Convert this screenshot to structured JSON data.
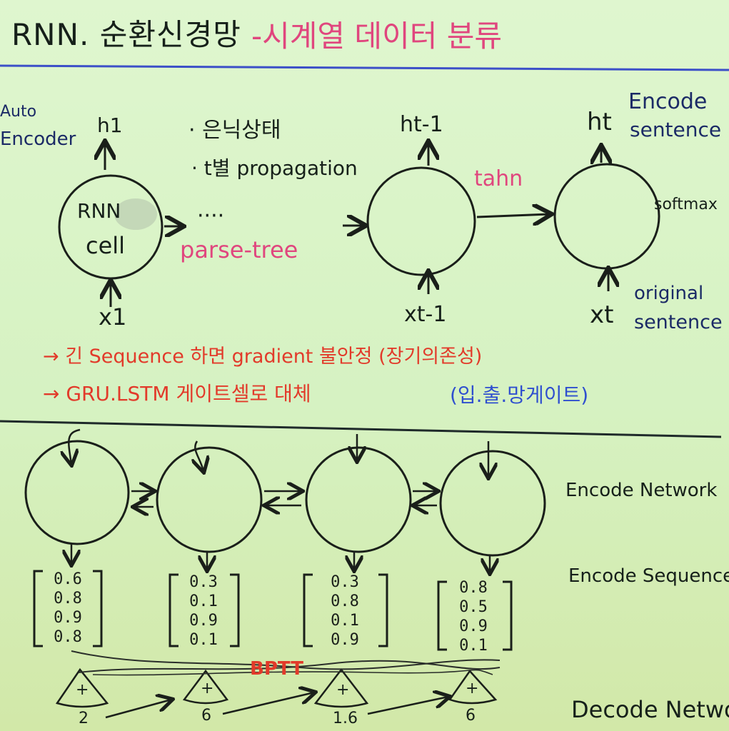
{
  "title": {
    "main": "RNN. 순환신경망",
    "sub": "-시계열 데이터 분류"
  },
  "top": {
    "auto_encoder": [
      "Auto",
      "Encoder"
    ],
    "h1": "h1",
    "cell": [
      "RNN",
      "cell"
    ],
    "x1": "x1",
    "dots": "····",
    "bullets": [
      "· 은닉상태",
      "· t별 propagation"
    ],
    "parse_tree": "parse-tree",
    "ht_1": "ht-1",
    "xt_1": "xt-1",
    "tahn": "tahn",
    "ht": "ht",
    "xt": "xt",
    "encode_sentence": [
      "Encode",
      "sentence"
    ],
    "softmax": "softmax",
    "original_sentence": [
      "original",
      "sentence"
    ]
  },
  "notes": {
    "line1": "→ 긴 Sequence 하면 gradient 불안정 (장기의존성)",
    "line2_red": "→ GRU.LSTM 게이트셀로 대체",
    "line2_blue": "(입.출.망게이트)"
  },
  "bottom": {
    "encode_network": "Encode Network",
    "encode_sequence": "Encode Sequence",
    "decode_network": "Decode Network",
    "bptt": "BPTT",
    "vectors": [
      [
        "0.6",
        "0.8",
        "0.9",
        "0.8"
      ],
      [
        "0.3",
        "0.1",
        "0.9",
        "0.1"
      ],
      [
        "0.3",
        "0.8",
        "0.1",
        "0.9"
      ],
      [
        "0.8",
        "0.5",
        "0.9",
        "0.1"
      ]
    ],
    "decode_inputs": [
      "2",
      "6",
      "1.6",
      "6"
    ],
    "plus": "+"
  }
}
